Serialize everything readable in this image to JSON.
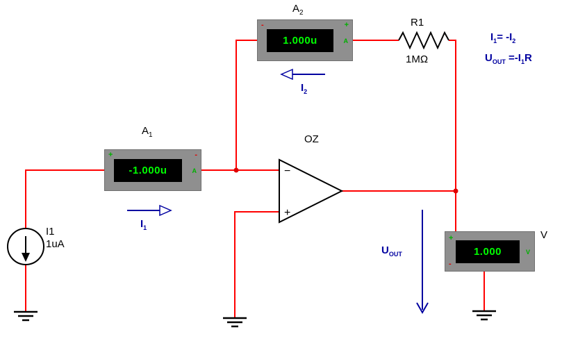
{
  "colors": {
    "wire_red": "#ff0000",
    "display_green": "#00ff00",
    "annotation_blue": "#0000a0",
    "meter_gray": "#8f8f8f",
    "sign_plus_green": "#00b000",
    "sign_minus_red": "#e00000"
  },
  "meters": {
    "a2": {
      "name": "A",
      "name_sub": "2",
      "value": "1.000u",
      "unit": "A",
      "left_sign": "-",
      "right_sign": "+"
    },
    "a1": {
      "name": "A",
      "name_sub": "1",
      "value": "-1.000u",
      "unit": "A",
      "left_sign": "+",
      "right_sign": "-"
    },
    "volt": {
      "name": "V",
      "value": "1.000",
      "unit": "V",
      "top_sign": "+",
      "bottom_sign": "-"
    }
  },
  "components": {
    "current_source": {
      "name": "I1",
      "value": "1uA"
    },
    "resistor": {
      "name": "R1",
      "value": "1MΩ"
    },
    "opamp": {
      "name": "OZ",
      "inverting_sign": "−",
      "noninverting_sign": "+"
    }
  },
  "annotations": {
    "i1": {
      "base": "I",
      "sub": "1"
    },
    "i2": {
      "base": "I",
      "sub": "2"
    },
    "uout": {
      "base": "U",
      "sub": "OUT"
    },
    "eq1": {
      "p1": "I",
      "s1": "1",
      "p2": "= -I",
      "s2": "2"
    },
    "eq2": {
      "p1": "U",
      "s1": "OUT",
      "p2": " =-I",
      "s2": "1",
      "p3": "R"
    }
  }
}
